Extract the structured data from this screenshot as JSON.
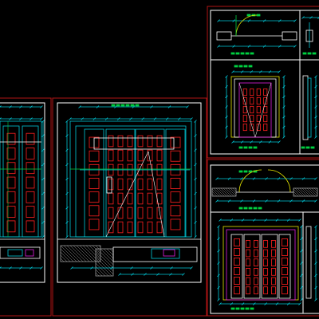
{
  "drawing": {
    "background": "#000000",
    "colors": {
      "sheet_border": "#b01515",
      "frame": "#ffffff",
      "cyan": "#00c8d8",
      "red": "#ff2020",
      "green": "#00d040",
      "yellow": "#e8e800",
      "magenta": "#e020e0",
      "blue": "#3050ff",
      "gray": "#9a9a9a"
    },
    "sheets": [
      {
        "name": "sheet-left-partial-elevation",
        "content": "door-elevation-with-plan",
        "door_leaves": 2
      },
      {
        "name": "sheet-main-double-door-elevation",
        "content": "door-elevation-with-plan",
        "door_leaves": 2
      },
      {
        "name": "sheet-top-right-single-door",
        "content": "door-plan-elevation-section",
        "door_leaves": 1
      },
      {
        "name": "sheet-bottom-right-double-door",
        "content": "door-plan-elevation-section",
        "door_leaves": 2
      }
    ]
  }
}
